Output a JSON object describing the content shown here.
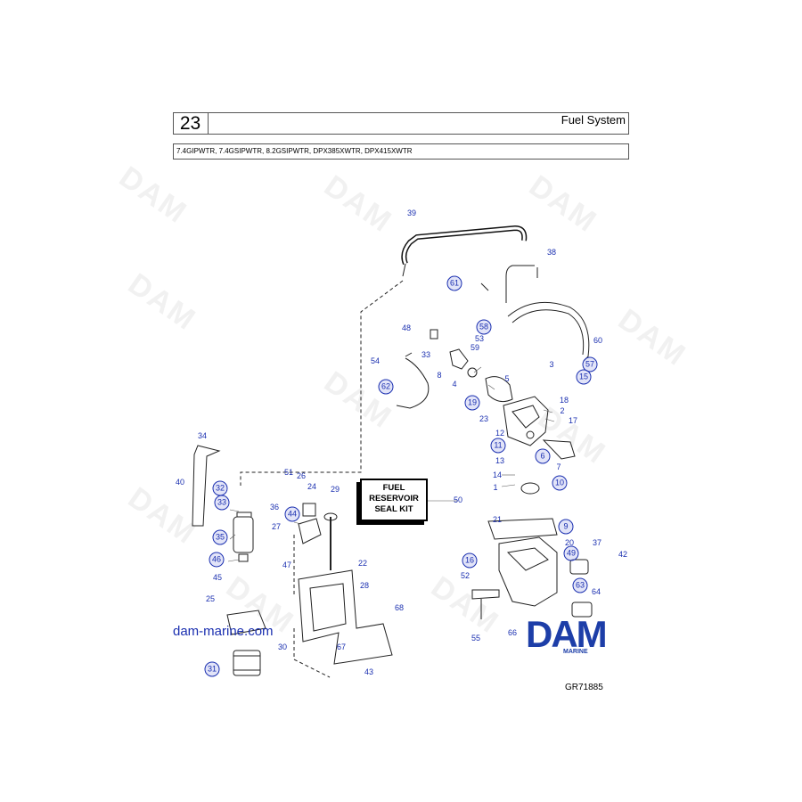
{
  "header": {
    "section_number": "23",
    "title": "Fuel System",
    "models": "7.4GIPWTR, 7.4GSIPWTR, 8.2GSIPWTR, DPX385XWTR, DPX415XWTR"
  },
  "watermark": "DAM",
  "kit_label": [
    "FUEL",
    "RESERVOIR",
    "SEAL KIT"
  ],
  "website": "dam-marine.com",
  "logo": {
    "text": "DAM",
    "subtitle": "MARINE"
  },
  "drawing_code": "GR71885",
  "colors": {
    "callout": "#1a2fb0",
    "logo": "#1d3ea8",
    "watermark": "#f1f1f1"
  },
  "callouts_plain": [
    "39",
    "38",
    "60",
    "48",
    "54",
    "33",
    "8",
    "4",
    "5",
    "3",
    "2",
    "18",
    "17",
    "23",
    "12",
    "13",
    "14",
    "1",
    "7",
    "34",
    "40",
    "51",
    "26",
    "24",
    "36",
    "27",
    "47",
    "29",
    "22",
    "50",
    "28",
    "25",
    "30",
    "67",
    "68",
    "43",
    "21",
    "20",
    "37",
    "42",
    "52",
    "64",
    "55",
    "66",
    "45"
  ],
  "callouts_circled": [
    "61",
    "58",
    "53",
    "59",
    "57",
    "15",
    "62",
    "19",
    "11",
    "6",
    "10",
    "32",
    "33",
    "35",
    "46",
    "44",
    "31",
    "9",
    "16",
    "49",
    "63"
  ]
}
